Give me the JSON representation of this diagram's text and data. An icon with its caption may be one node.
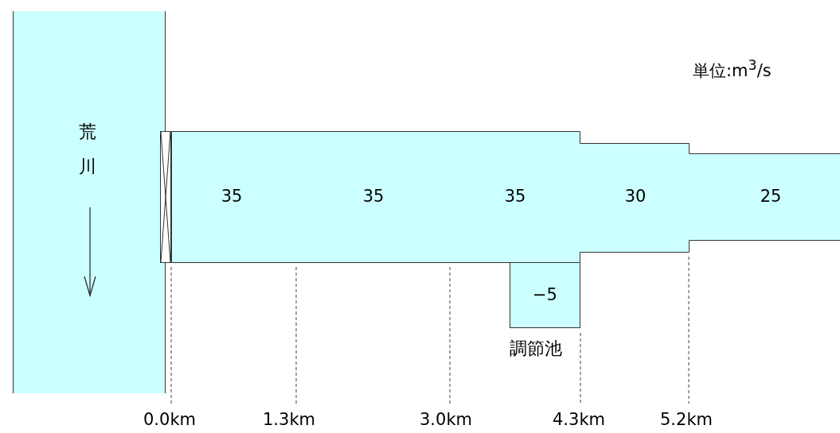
{
  "diagram": {
    "nodes": [
      {
        "text": [
          "荒川"
        ]
      },
      {
        "text": [
          "35",
          "35",
          "35",
          "30",
          "25"
        ]
      },
      {
        "text": [
          "−5"
        ],
        "beside": [
          "調節池"
        ]
      }
    ],
    "labels": [
      "単位:m$^{3}$/s",
      "0.0km",
      "1.3km",
      "3.0km",
      "4.3km",
      "5.2km"
    ]
  }
}
